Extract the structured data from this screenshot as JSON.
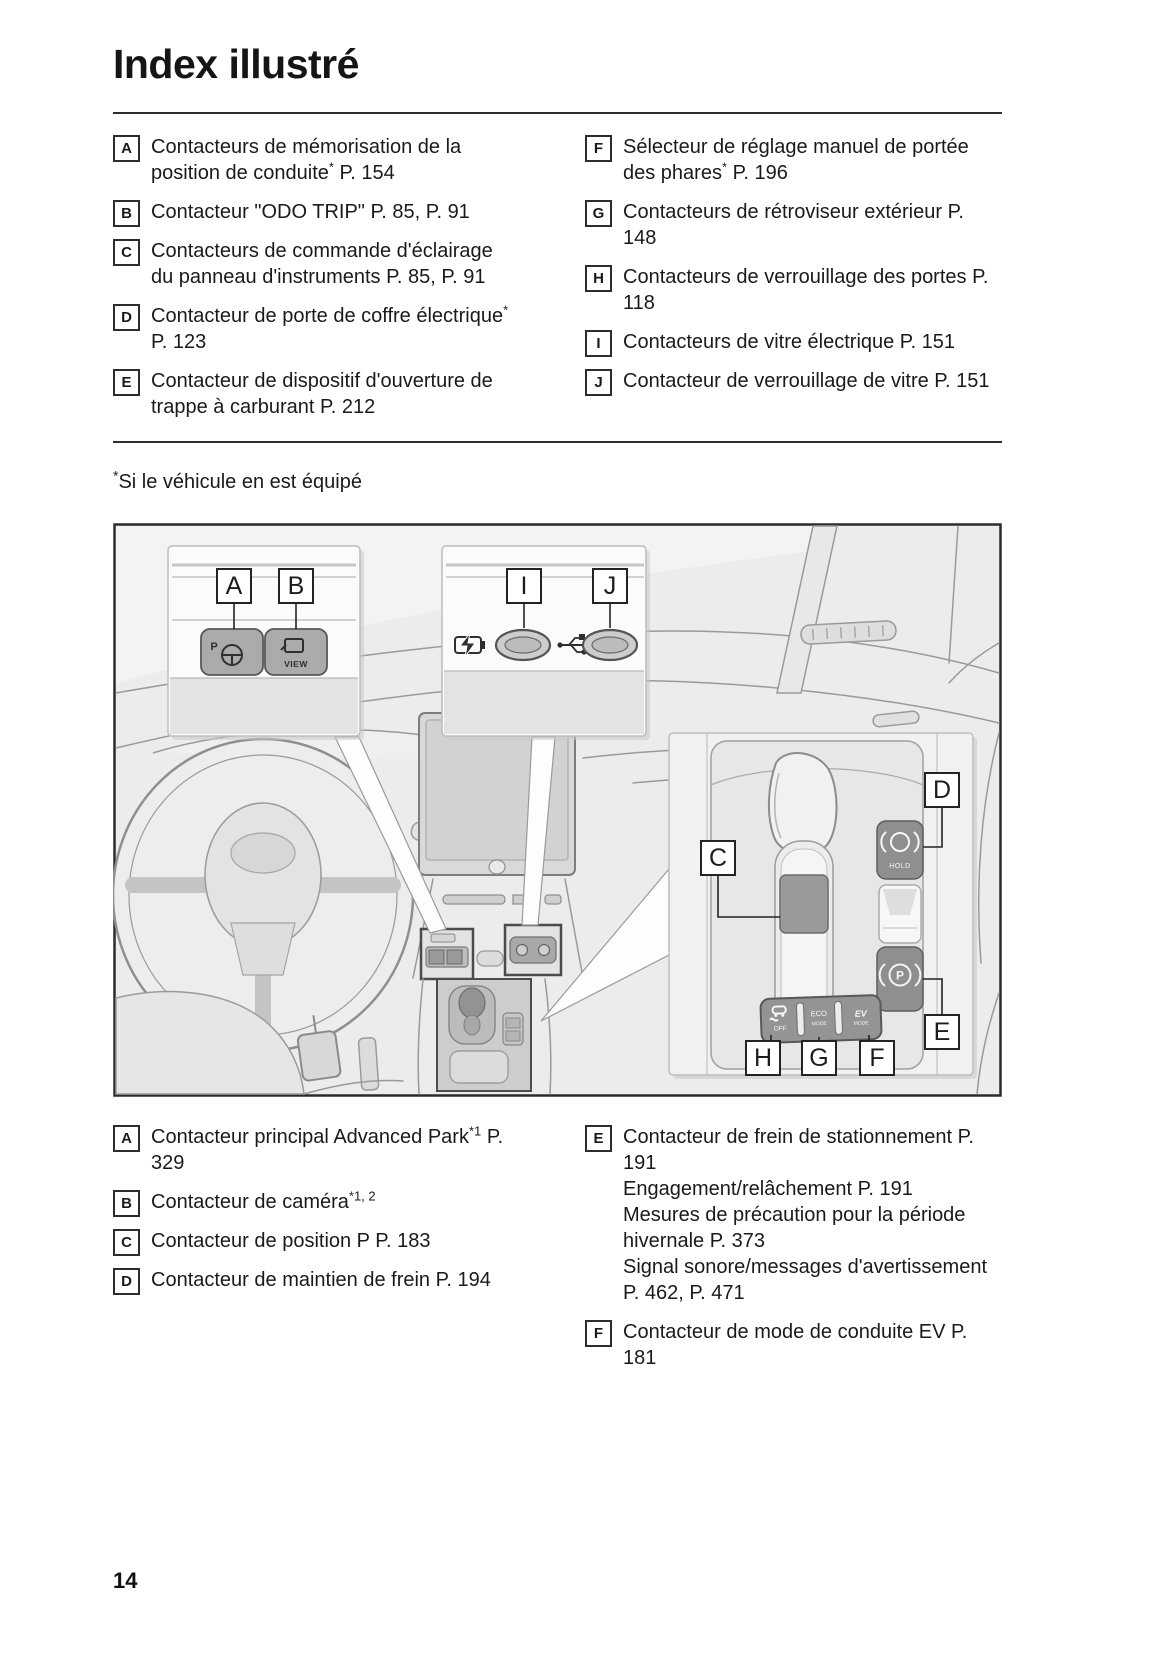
{
  "page": {
    "title": "Index illustré",
    "footnote_star": "*",
    "footnote_text": "Si le véhicule en est équipé",
    "page_number": "14"
  },
  "index_top": {
    "left": [
      {
        "letter": "A",
        "lines": [
          [
            {
              "t": "Contacteurs de mémorisation de la position de conduite"
            },
            {
              "t": "*",
              "sup": true
            },
            {
              "t": " P. 154"
            }
          ]
        ]
      },
      {
        "letter": "B",
        "lines": [
          [
            {
              "t": "Contacteur \"ODO TRIP\" P. 85, P. 91"
            }
          ]
        ]
      },
      {
        "letter": "C",
        "lines": [
          [
            {
              "t": "Contacteurs de commande d'éclairage du panneau d'instruments P. 85, P. 91"
            }
          ]
        ]
      },
      {
        "letter": "D",
        "lines": [
          [
            {
              "t": "Contacteur de porte de coffre électrique"
            },
            {
              "t": "*",
              "sup": true
            },
            {
              "t": " P. 123"
            }
          ]
        ]
      },
      {
        "letter": "E",
        "lines": [
          [
            {
              "t": "Contacteur de dispositif d'ouverture de trappe à carburant P. 212"
            }
          ]
        ]
      }
    ],
    "right": [
      {
        "letter": "F",
        "lines": [
          [
            {
              "t": "Sélecteur de réglage manuel de portée des phares"
            },
            {
              "t": "*",
              "sup": true
            },
            {
              "t": " P. 196"
            }
          ]
        ]
      },
      {
        "letter": "G",
        "lines": [
          [
            {
              "t": "Contacteurs de rétroviseur extérieur P. 148"
            }
          ]
        ]
      },
      {
        "letter": "H",
        "lines": [
          [
            {
              "t": "Contacteurs de verrouillage des portes P. 118"
            }
          ]
        ]
      },
      {
        "letter": "I",
        "lines": [
          [
            {
              "t": "Contacteurs de vitre électrique P. 151"
            }
          ]
        ]
      },
      {
        "letter": "J",
        "lines": [
          [
            {
              "t": "Contacteur de verrouillage de vitre P. 151"
            }
          ]
        ]
      }
    ]
  },
  "index_bottom": {
    "left": [
      {
        "letter": "A",
        "lines": [
          [
            {
              "t": "Contacteur principal Advanced Park"
            },
            {
              "t": "*1",
              "sup": true
            },
            {
              "t": " P. 329"
            }
          ]
        ]
      },
      {
        "letter": "B",
        "lines": [
          [
            {
              "t": "Contacteur de caméra"
            },
            {
              "t": "*1, 2",
              "sup": true
            }
          ]
        ]
      },
      {
        "letter": "C",
        "lines": [
          [
            {
              "t": "Contacteur de position P P. 183"
            }
          ]
        ]
      },
      {
        "letter": "D",
        "lines": [
          [
            {
              "t": "Contacteur de maintien de frein P. 194"
            }
          ]
        ]
      }
    ],
    "right": [
      {
        "letter": "E",
        "lines": [
          [
            {
              "t": "Contacteur de frein de stationnement P. 191"
            }
          ],
          [
            {
              "t": "Engagement/relâchement P. 191"
            }
          ],
          [
            {
              "t": "Mesures de précaution pour la période hivernale P. 373"
            }
          ],
          [
            {
              "t": "Signal sonore/messages d'avertissement P. 462, P. 471"
            }
          ]
        ]
      },
      {
        "letter": "F",
        "lines": [
          [
            {
              "t": "Contacteur de mode de conduite EV P. 181"
            }
          ]
        ]
      }
    ]
  },
  "illustration": {
    "callouts": {
      "a": "A",
      "b": "B",
      "i": "I",
      "j": "J",
      "c": "C",
      "d": "D",
      "e": "E",
      "h": "H",
      "g": "G",
      "f": "F"
    },
    "labels": {
      "view": "VIEW",
      "hold": "HOLD",
      "eco": "ECO",
      "mode": "MODE",
      "ev": "EV",
      "off": "OFF",
      "park_assist_p": "P",
      "parking_brake_p": "P"
    }
  },
  "colors": {
    "text": "#1a1a1a",
    "rule": "#2e2e2e",
    "illustration_bg": "#ececec",
    "line_art": "#9a9a9a",
    "button_gray": "#9b9b9b",
    "dark_button": "#8f8f8f",
    "callout_border": "#232323",
    "panel_white": "#fbfbfb"
  }
}
